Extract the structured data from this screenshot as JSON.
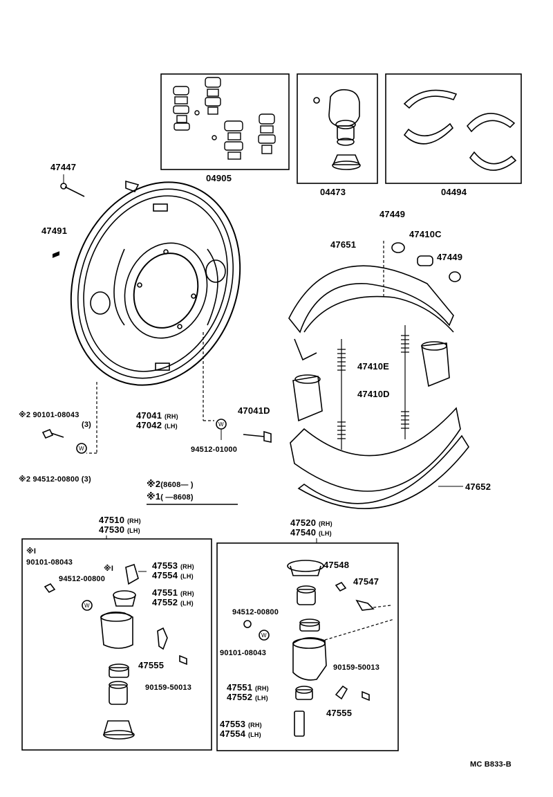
{
  "kits": {
    "k04905": "04905",
    "k04473": "04473",
    "k04494": "04494"
  },
  "parts": {
    "p47447": "47447",
    "p47491": "47491",
    "p47449a": "47449",
    "p47410C": "47410C",
    "p47449b": "47449",
    "p47651": "47651",
    "p47410E": "47410E",
    "p47410D": "47410D",
    "p47652": "47652",
    "p47041": "47041",
    "p47042": "47042",
    "rh": "(RH)",
    "lh": "(LH)",
    "p47041D": "47041D",
    "p94512_01000": "94512-01000",
    "p90101_08043_top": "※2 90101-08043",
    "qty3a": "(3)",
    "p94512_00800_top": "※2 94512-00800 (3)"
  },
  "legend": {
    "line2_mark": "※2",
    "line2_text": "(8608—       )",
    "line1_mark": "※1",
    "line1_text": "(       —8608)"
  },
  "left_assy": {
    "title1": "47510",
    "title2": "47530",
    "mark1": "※I",
    "bolt": "90101-08043",
    "washer": "94512-00800",
    "mark2": "※I",
    "p47553": "47553",
    "p47554": "47554",
    "p47551": "47551",
    "p47552": "47552",
    "p47555": "47555",
    "p90159": "90159-50013"
  },
  "right_assy": {
    "title1": "47520",
    "title2": "47540",
    "p47548": "47548",
    "p47547": "47547",
    "washer": "94512-00800",
    "bolt": "90101-08043",
    "p90159": "90159-50013",
    "p47551": "47551",
    "p47552": "47552",
    "p47555": "47555",
    "p47553": "47553",
    "p47554": "47554"
  },
  "footer": {
    "code": "MC  B833-B"
  }
}
